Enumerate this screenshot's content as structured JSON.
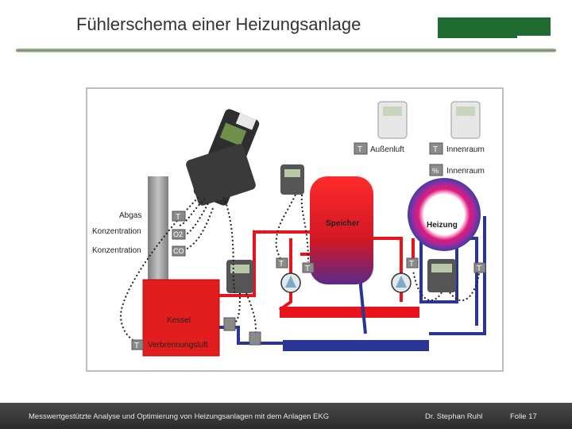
{
  "slide": {
    "title": "Fühlerschema einer Heizungsanlage"
  },
  "diagram": {
    "labels": {
      "abgas": "Abgas",
      "konzentration_1": "Konzentration",
      "konzentration_2": "Konzentration",
      "o2": "O2",
      "co": "CO",
      "speicher": "Speicher",
      "heizung": "Heizung",
      "kessel": "Kessel",
      "verbrennungsluft": "Verbrennungsluft",
      "aussenluft": "Außenluft",
      "innenraum_1": "Innenraum",
      "innenraum_2": "Innenraum",
      "percent": "%",
      "t": "T"
    },
    "colors": {
      "hot_pipe": "#e8131b",
      "cold_pipe": "#2b3596",
      "kessel": "#e11d1d",
      "chimney": "#9a9a9a"
    }
  },
  "footer": {
    "left": "Messwertgestützte Analyse und Optimierung von Heizungsanlagen mit dem Anlagen EKG",
    "author": "Dr. Stephan Ruhl",
    "page": "Folie 17"
  }
}
